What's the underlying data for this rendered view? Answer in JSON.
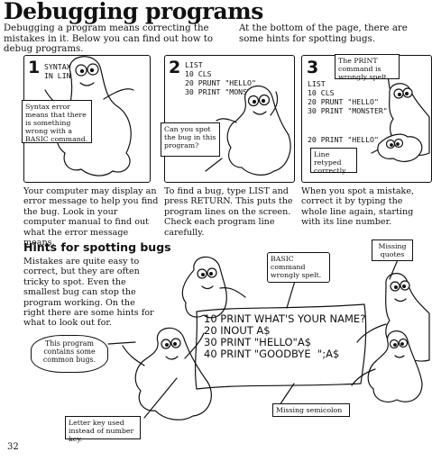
{
  "title": "Debugging programs",
  "intro_left": "Debugging a program means correcting the mistakes in it. Below you can find out how to debug programs.",
  "intro_right": "At the bottom of the page, there are some hints for spotting bugs.",
  "panels": [
    {
      "number": "1",
      "screen_lines": [
        "SYNTAX ERROR",
        "IN LINE 20"
      ],
      "callout": "Syntax error means that there is something wrong with a BASIC command."
    },
    {
      "number": "2",
      "screen_lines": [
        "LIST",
        "10 CLS",
        "20 PRUNT \"HELLO\"",
        "30 PRINT \"MONSTER\""
      ],
      "callout": "Can you spot the bug in this program?"
    },
    {
      "number": "3",
      "screen_lines": [
        "LIST",
        "10 CLS",
        "20 PRUNT \"HELLO\"",
        "30 PRINT \"MONSTER\""
      ],
      "retyped_line": "20 PRINT \"HELLO\"",
      "callout_top": "The PRINT command is wrongly spelt.",
      "callout_bottom": "Line retyped correctly."
    }
  ],
  "captions": [
    "Your computer may display an error message to help you find the bug. Look in your computer manual to find out what the error message means.",
    "To find a bug, type LIST and press RETURN. This puts the program lines on the screen. Check each program line carefully.",
    "When you spot a mistake, correct it by typing the whole line again, starting with its line number."
  ],
  "hints": {
    "heading": "Hints for spotting bugs",
    "text": "Mistakes are quite easy to correct, but they are often tricky to spot. Even the smallest bug can stop the program working. On the right there are some hints for what to look out for.",
    "program_lines": [
      "10 PRINT WHAT'S YOUR NAME?",
      "20 INOUT A$",
      "30 PRINT \"HELLO\"A$",
      "40 PRINT \"GOODBYE  \";A$"
    ],
    "labels": {
      "basic_command": "BASIC command wrongly spelt.",
      "missing_quotes": "Missing quotes",
      "common_bugs": "This program contains some common bugs.",
      "letter_key": "Letter key used instead of number key.",
      "missing_semicolon": "Missing semicolon"
    }
  },
  "page_number": "32"
}
